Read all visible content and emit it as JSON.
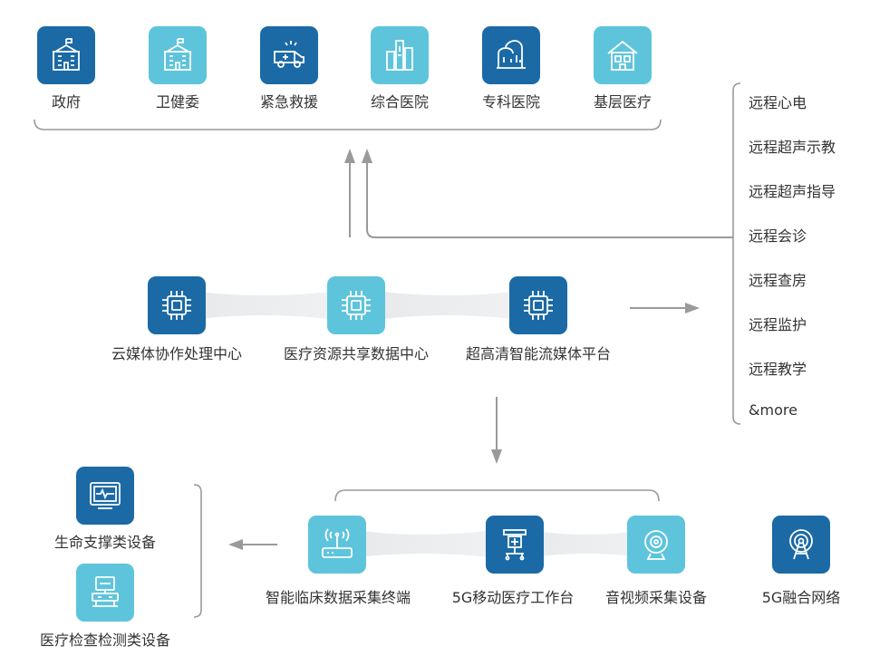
{
  "top_row": [
    {
      "label": "政府",
      "icon": "government-building-icon"
    },
    {
      "label": "卫健委",
      "icon": "health-commission-building-icon"
    },
    {
      "label": "紧急救援",
      "icon": "ambulance-icon"
    },
    {
      "label": "综合医院",
      "icon": "general-hospital-icon"
    },
    {
      "label": "专科医院",
      "icon": "specialty-hospital-icon"
    },
    {
      "label": "基层医疗",
      "icon": "primary-care-house-icon"
    }
  ],
  "middle_row": [
    {
      "label": "云媒体协作处理中心",
      "icon": "chip-icon"
    },
    {
      "label": "医疗资源共享数据中心",
      "icon": "chip-icon"
    },
    {
      "label": "超高清智能流媒体平台",
      "icon": "chip-icon"
    }
  ],
  "services": [
    "远程心电",
    "远程超声示教",
    "远程超声指导",
    "远程会诊",
    "远程查房",
    "远程监护",
    "远程教学",
    "&more"
  ],
  "bottom_row": [
    {
      "label": "智能临床数据采集终端",
      "icon": "wireless-router-icon"
    },
    {
      "label": "5G移动医疗工作台",
      "icon": "mobile-workstation-icon"
    },
    {
      "label": "音视频采集设备",
      "icon": "camera-icon"
    },
    {
      "label": "5G融合网络",
      "icon": "signal-tower-icon"
    }
  ],
  "devices": [
    {
      "label": "生命支撑类设备",
      "icon": "patient-monitor-icon"
    },
    {
      "label": "医疗检查检测类设备",
      "icon": "diagnostic-machine-icon"
    }
  ],
  "colors": {
    "dark_tile": "#1b6aa6",
    "light_tile": "#5ec4dc",
    "line": "#9a9a9a",
    "text": "#333333"
  }
}
